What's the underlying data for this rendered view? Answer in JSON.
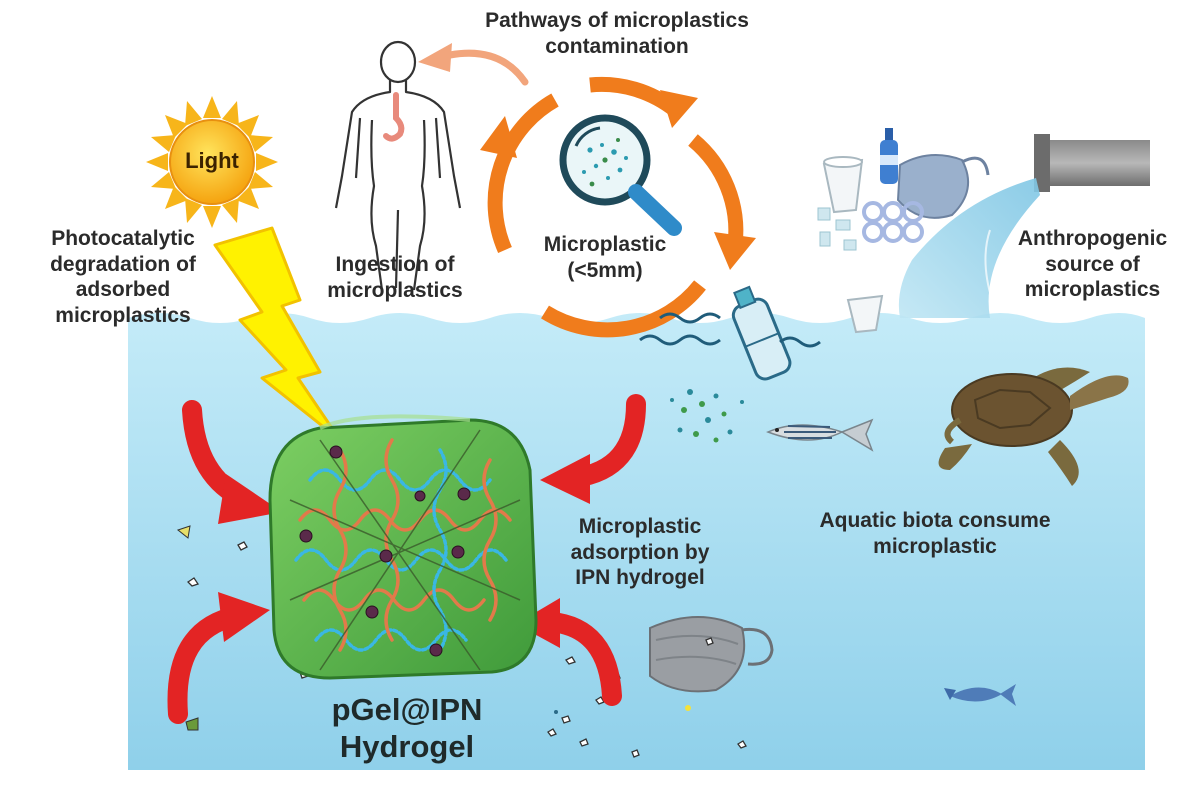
{
  "labels": {
    "sun": "Light",
    "photocatalytic": [
      "Photocatalytic",
      "degradation of",
      "adsorbed",
      "microplastics"
    ],
    "ingestion": [
      "Ingestion of",
      "microplastics"
    ],
    "pathways": [
      "Pathways of microplastics",
      "contamination"
    ],
    "microplastic_center": [
      "Microplastic",
      "(<5mm)"
    ],
    "anthropogenic": [
      "Anthropogenic",
      "source of",
      "microplastics"
    ],
    "adsorption": [
      "Microplastic",
      "adsorption by",
      "IPN hydrogel"
    ],
    "aquatic": [
      "Aquatic biota consume",
      "microplastic"
    ],
    "hydrogel": [
      "pGel@IPN",
      "Hydrogel"
    ]
  },
  "colors": {
    "water": "#aee0f2",
    "cycle_arrow": "#f07c1c",
    "hydrogel": "#5db850",
    "adsorb_arrow": "#e32424",
    "sun": "#f9c21a",
    "lightning": "#fff200"
  },
  "icons": [
    "sun-icon",
    "lightning-icon",
    "human-body-icon",
    "magnifier-icon",
    "drain-pipe-icon",
    "plastic-bottle-icon",
    "plastic-cup-icon",
    "face-mask-icon",
    "sea-turtle-icon",
    "zebrafish-icon",
    "fish-icon",
    "hydrogel-cube-icon"
  ]
}
